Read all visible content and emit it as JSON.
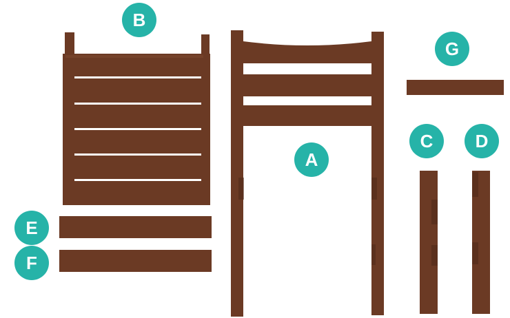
{
  "colors": {
    "label_badge": "#26b3a8",
    "wood": "#6b3a24",
    "wood_dark": "#4e2817",
    "wood_light": "#7f4a30"
  },
  "parts": {
    "A": {
      "label": "A"
    },
    "B": {
      "label": "B"
    },
    "C": {
      "label": "C"
    },
    "D": {
      "label": "D"
    },
    "E": {
      "label": "E"
    },
    "F": {
      "label": "F"
    },
    "G": {
      "label": "G"
    }
  }
}
